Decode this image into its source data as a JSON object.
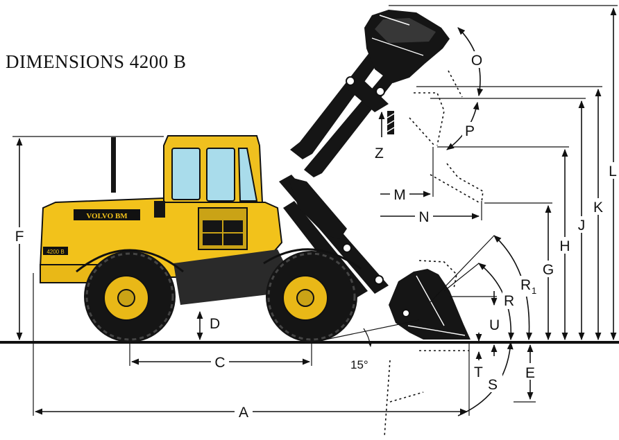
{
  "title": "DIMENSIONS 4200 B",
  "machine": {
    "brand_plate": "VOLVO BM",
    "model_plate": "4200 B"
  },
  "labels": {
    "A": "A",
    "C": "C",
    "D": "D",
    "E": "E",
    "F": "F",
    "G": "G",
    "H": "H",
    "J": "J",
    "K": "K",
    "L": "L",
    "M": "M",
    "N": "N",
    "O": "O",
    "P": "P",
    "R": "R",
    "R1": "R",
    "R1_sub": "1",
    "S": "S",
    "T": "T",
    "U": "U",
    "Z": "Z"
  },
  "angle_label": "15°",
  "colors": {
    "body": "#f2c21b",
    "cab": "#efc01f",
    "tire": "#151515",
    "hub": "#e9b817",
    "glass": "#a9dceb",
    "ink": "#111111"
  }
}
